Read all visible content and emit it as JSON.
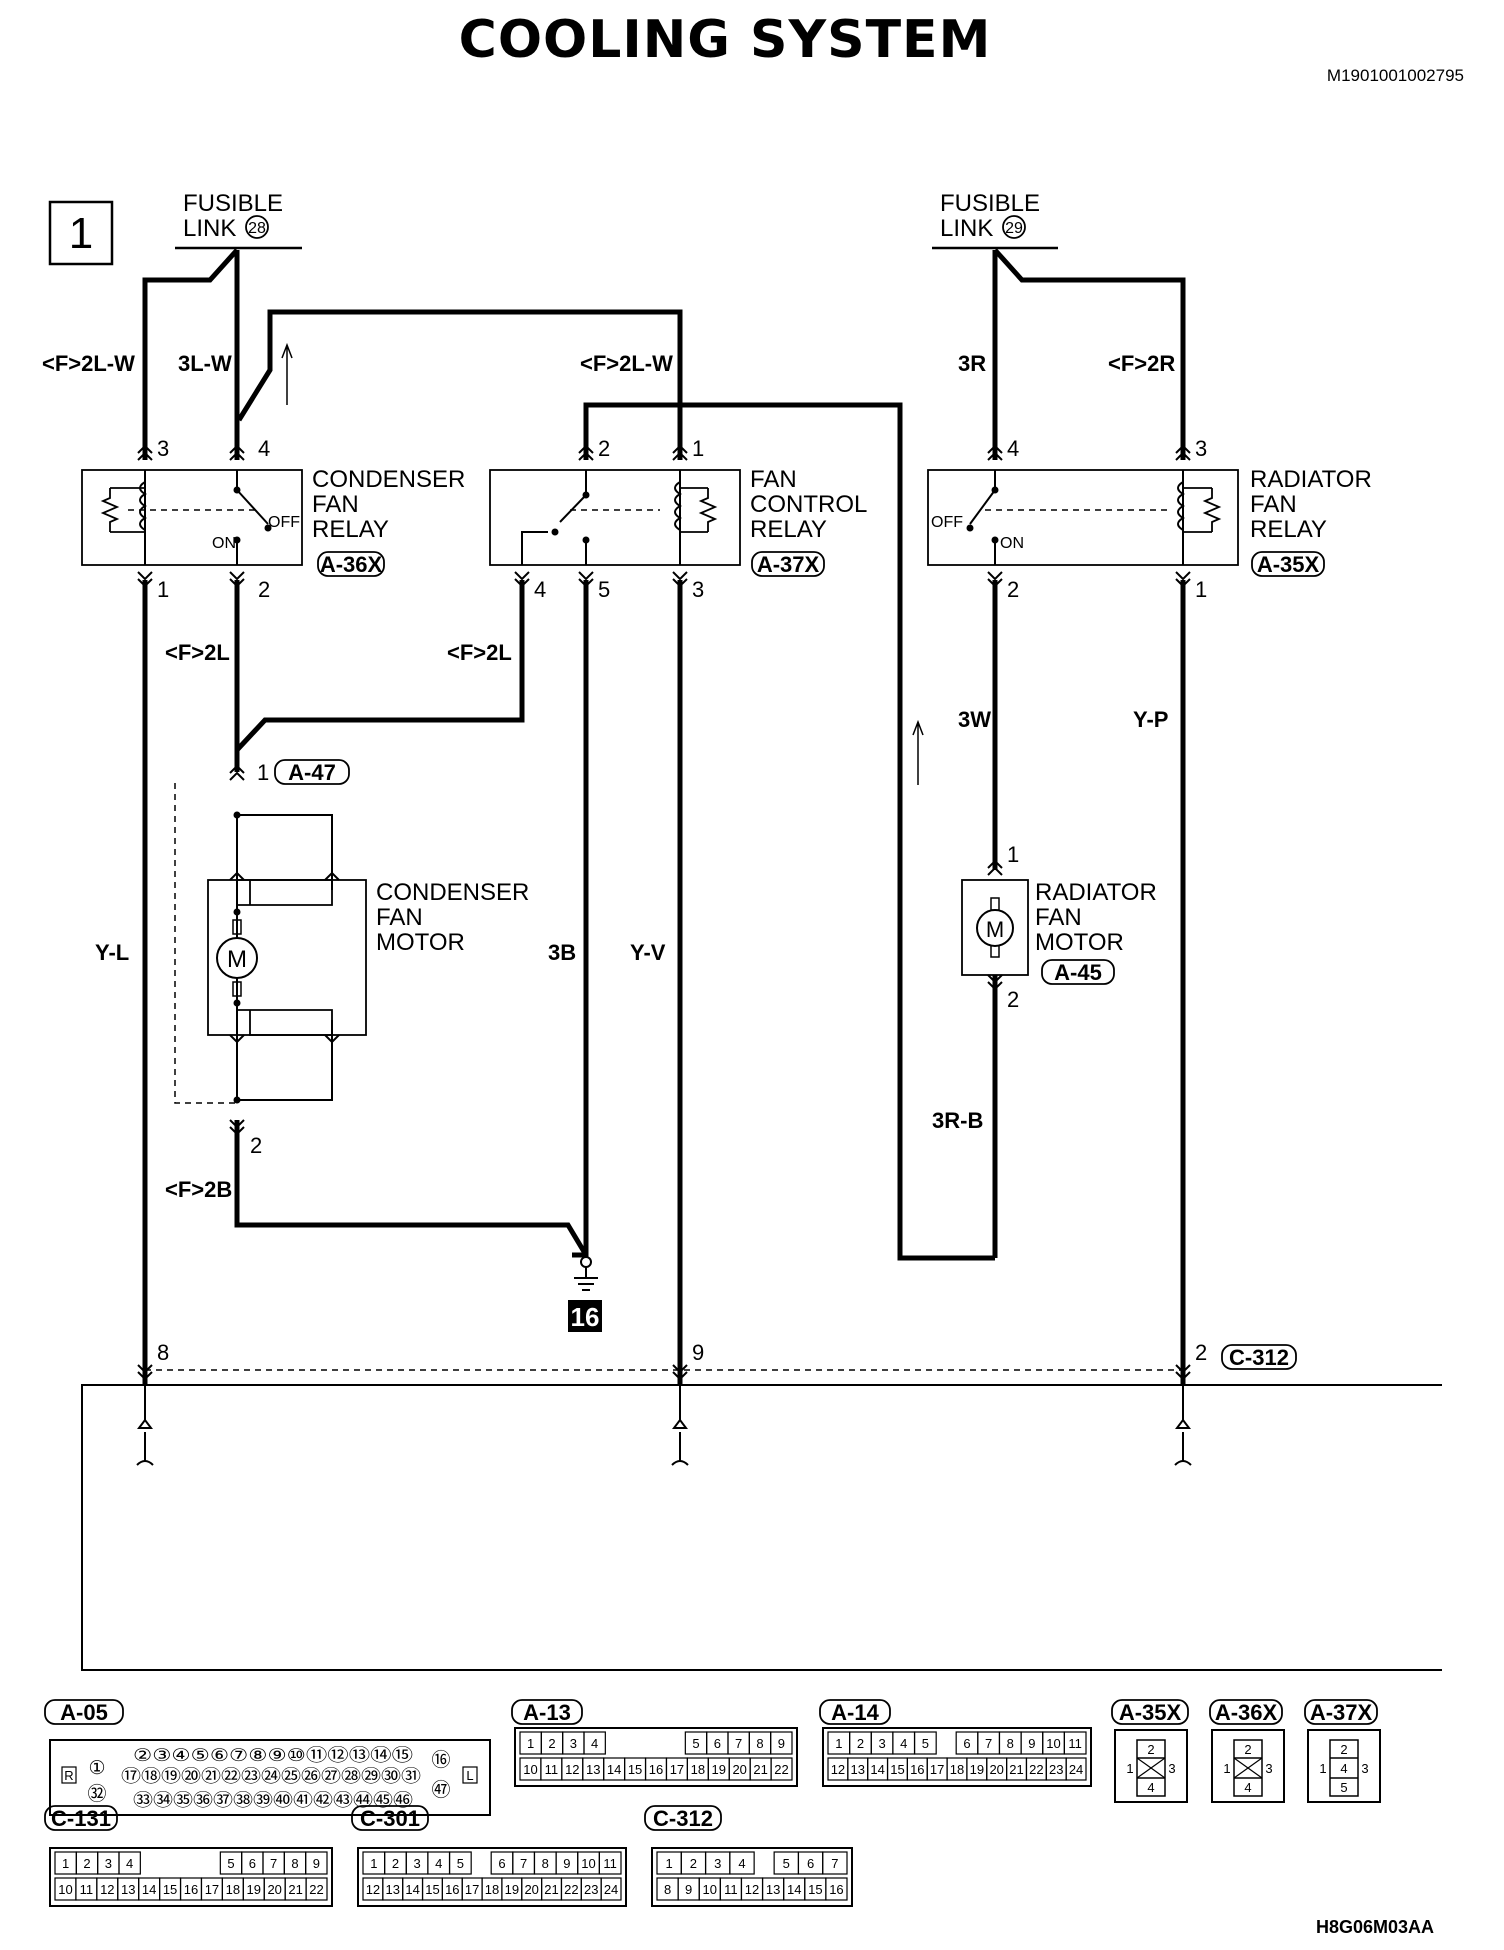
{
  "title": "COOLING SYSTEM",
  "doc_id": "M1901001002795",
  "figure_id": "H8G06M03AA",
  "page_number": "1",
  "fusible_links": [
    {
      "line1": "FUSIBLE",
      "line2": "LINK",
      "num": "28"
    },
    {
      "line1": "FUSIBLE",
      "line2": "LINK",
      "num": "29"
    }
  ],
  "wire_labels": {
    "w1": "<F>2L-W",
    "w2": "3L-W",
    "w3": "<F>2L-W",
    "w4": "3R",
    "w5": "<F>2R",
    "w6": "<F>2L",
    "w7": "<F>2L",
    "w8": "3W",
    "w9": "Y-P",
    "w10": "Y-L",
    "w11": "3B",
    "w12": "Y-V",
    "w13": "3R-B",
    "w14": "<F>2B"
  },
  "components": {
    "condenser_relay": {
      "l1": "CONDENSER",
      "l2": "FAN",
      "l3": "RELAY",
      "conn": "A-36X",
      "off": "OFF",
      "on": "ON"
    },
    "fan_control_relay": {
      "l1": "FAN",
      "l2": "CONTROL",
      "l3": "RELAY",
      "conn": "A-37X"
    },
    "radiator_relay": {
      "l1": "RADIATOR",
      "l2": "FAN",
      "l3": "RELAY",
      "conn": "A-35X",
      "off": "OFF",
      "on": "ON"
    },
    "condenser_motor": {
      "l1": "CONDENSER",
      "l2": "FAN",
      "l3": "MOTOR",
      "conn": "A-47",
      "m": "M"
    },
    "radiator_motor": {
      "l1": "RADIATOR",
      "l2": "FAN",
      "l3": "MOTOR",
      "conn": "A-45",
      "m": "M"
    },
    "ground": {
      "num": "16"
    },
    "c312": {
      "conn": "C-312"
    }
  },
  "pins": {
    "cr3": "3",
    "cr4": "4",
    "cr1": "1",
    "cr2": "2",
    "fc2": "2",
    "fc1": "1",
    "fc4": "4",
    "fc5": "5",
    "fc3": "3",
    "rr4": "4",
    "rr3": "3",
    "rr2": "2",
    "rr1": "1",
    "cm1": "1",
    "cm2": "2",
    "rm1": "1",
    "rm2": "2",
    "p8": "8",
    "p9": "9",
    "p2": "2"
  },
  "connector_views": {
    "a05": {
      "name": "A-05",
      "top": "②③④⑤⑥⑦⑧⑨⑩⑪⑫⑬⑭⑮",
      "mid": "⑰⑱⑲⑳㉑㉒㉓㉔㉕㉖㉗㉘㉙㉚㉛",
      "bot": "㉝㉞㉟㊱㊲㊳㊴㊵㊶㊷㊸㊹㊺㊻",
      "l1": "①",
      "l32": "㉜",
      "r16": "⑯",
      "r47": "㊼",
      "R": "R",
      "L": "L"
    },
    "a13": {
      "name": "A-13",
      "top": [
        "1",
        "2",
        "3",
        "4",
        "5",
        "6",
        "7",
        "8",
        "9"
      ],
      "bot": [
        "10",
        "11",
        "12",
        "13",
        "14",
        "15",
        "16",
        "17",
        "18",
        "19",
        "20",
        "21",
        "22"
      ]
    },
    "a14": {
      "name": "A-14",
      "top": [
        "1",
        "2",
        "3",
        "4",
        "5",
        "6",
        "7",
        "8",
        "9",
        "10",
        "11"
      ],
      "bot": [
        "12",
        "13",
        "14",
        "15",
        "16",
        "17",
        "18",
        "19",
        "20",
        "21",
        "22",
        "23",
        "24"
      ]
    },
    "a35x": {
      "name": "A-35X",
      "p1": "1",
      "p2": "2",
      "p3": "3",
      "p4": "4"
    },
    "a36x": {
      "name": "A-36X",
      "p1": "1",
      "p2": "2",
      "p3": "3",
      "p4": "4"
    },
    "a37x": {
      "name": "A-37X",
      "p1": "1",
      "p2": "2",
      "p3": "3",
      "p4": "4",
      "p5": "5"
    },
    "c131": {
      "name": "C-131",
      "top": [
        "1",
        "2",
        "3",
        "4",
        "5",
        "6",
        "7",
        "8",
        "9"
      ],
      "bot": [
        "10",
        "11",
        "12",
        "13",
        "14",
        "15",
        "16",
        "17",
        "18",
        "19",
        "20",
        "21",
        "22"
      ]
    },
    "c301": {
      "name": "C-301",
      "top": [
        "1",
        "2",
        "3",
        "4",
        "5",
        "6",
        "7",
        "8",
        "9",
        "10",
        "11"
      ],
      "bot": [
        "12",
        "13",
        "14",
        "15",
        "16",
        "17",
        "18",
        "19",
        "20",
        "21",
        "22",
        "23",
        "24"
      ]
    },
    "c312v": {
      "name": "C-312",
      "top": [
        "1",
        "2",
        "3",
        "4",
        "5",
        "6",
        "7"
      ],
      "bot": [
        "8",
        "9",
        "10",
        "11",
        "12",
        "13",
        "14",
        "15",
        "16"
      ]
    }
  }
}
